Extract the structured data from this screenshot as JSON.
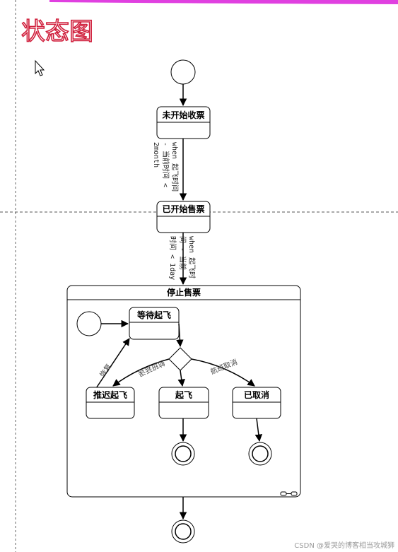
{
  "title": "状态图",
  "states": {
    "not_started": "未开始收票",
    "started": "已开始售票",
    "stopped": "停止售票",
    "waiting": "等待起飞",
    "delayed": "推迟起飞",
    "takeoff": "起飞",
    "cancelled": "已取消"
  },
  "transitions": {
    "t1": [
      "when 起飞时间",
      "- 当前时间 <",
      "2month"
    ],
    "t2": [
      "when 起飞时",
      "间 - 当前",
      "时间 < 1day"
    ],
    "recover": "恢复",
    "delay": "航班延误",
    "cancel": "航班取消"
  },
  "watermark": "CSDN @爱哭的博客相当攻城狮",
  "colors": {
    "accent_top": "#e040e0",
    "handwriting": "#d01f3c",
    "line": "#000000"
  }
}
